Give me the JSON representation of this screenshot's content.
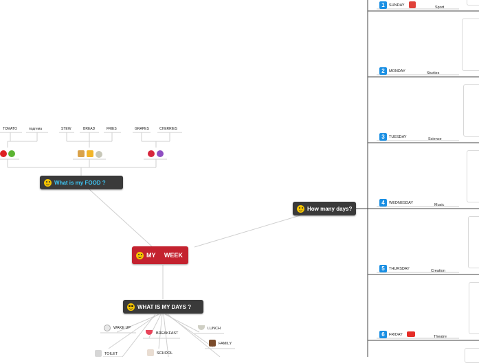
{
  "root": {
    "label": "MY     WEEK"
  },
  "food": {
    "title": "What  is my FOOD  ?",
    "items": [
      "TOMATO",
      "подгема",
      "STEW",
      "BREAD",
      "FRIES",
      "GRAPES",
      "CHERRIES"
    ]
  },
  "days_node": {
    "title": "How many  days?"
  },
  "what_days": {
    "title": "WHAT  IS  MY  DAYS ?",
    "items": [
      "WAKE  UP",
      "BREAKFAST",
      "LUNCH",
      "FAMILY",
      "TOILET",
      "SCHOOL"
    ]
  },
  "days": [
    {
      "num": "1",
      "name": "SUNDAY",
      "subject": "Sport"
    },
    {
      "num": "2",
      "name": "MONDAY",
      "subject": "Studies"
    },
    {
      "num": "3",
      "name": "TUESDAY",
      "subject": "Science"
    },
    {
      "num": "4",
      "name": "WEDNESDAY",
      "subject": "Music"
    },
    {
      "num": "5",
      "name": "THURSDAY",
      "subject": "Creation"
    },
    {
      "num": "6",
      "name": "FRIDAY",
      "subject": "Theatre"
    }
  ],
  "colors": {
    "root": "#c4222f",
    "node": "#3a3a3a",
    "badge": "#1a8fe3",
    "line": "#cccccc"
  }
}
